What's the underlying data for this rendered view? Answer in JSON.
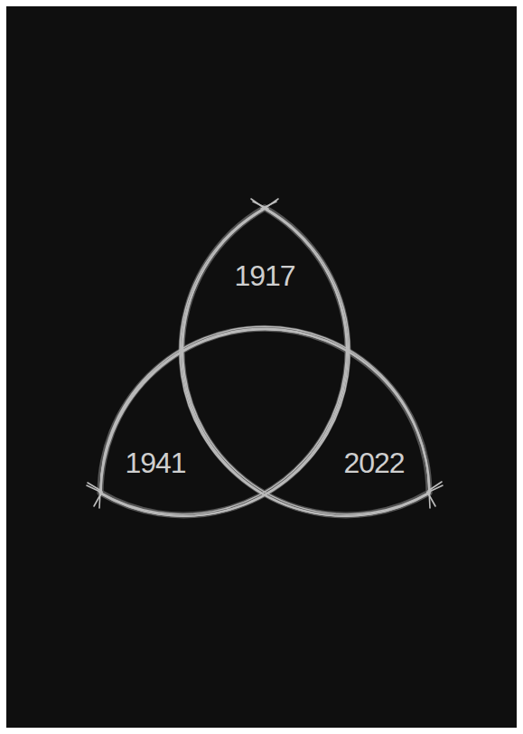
{
  "diagram": {
    "labels": [
      "1917",
      "1941",
      "2022"
    ]
  }
}
